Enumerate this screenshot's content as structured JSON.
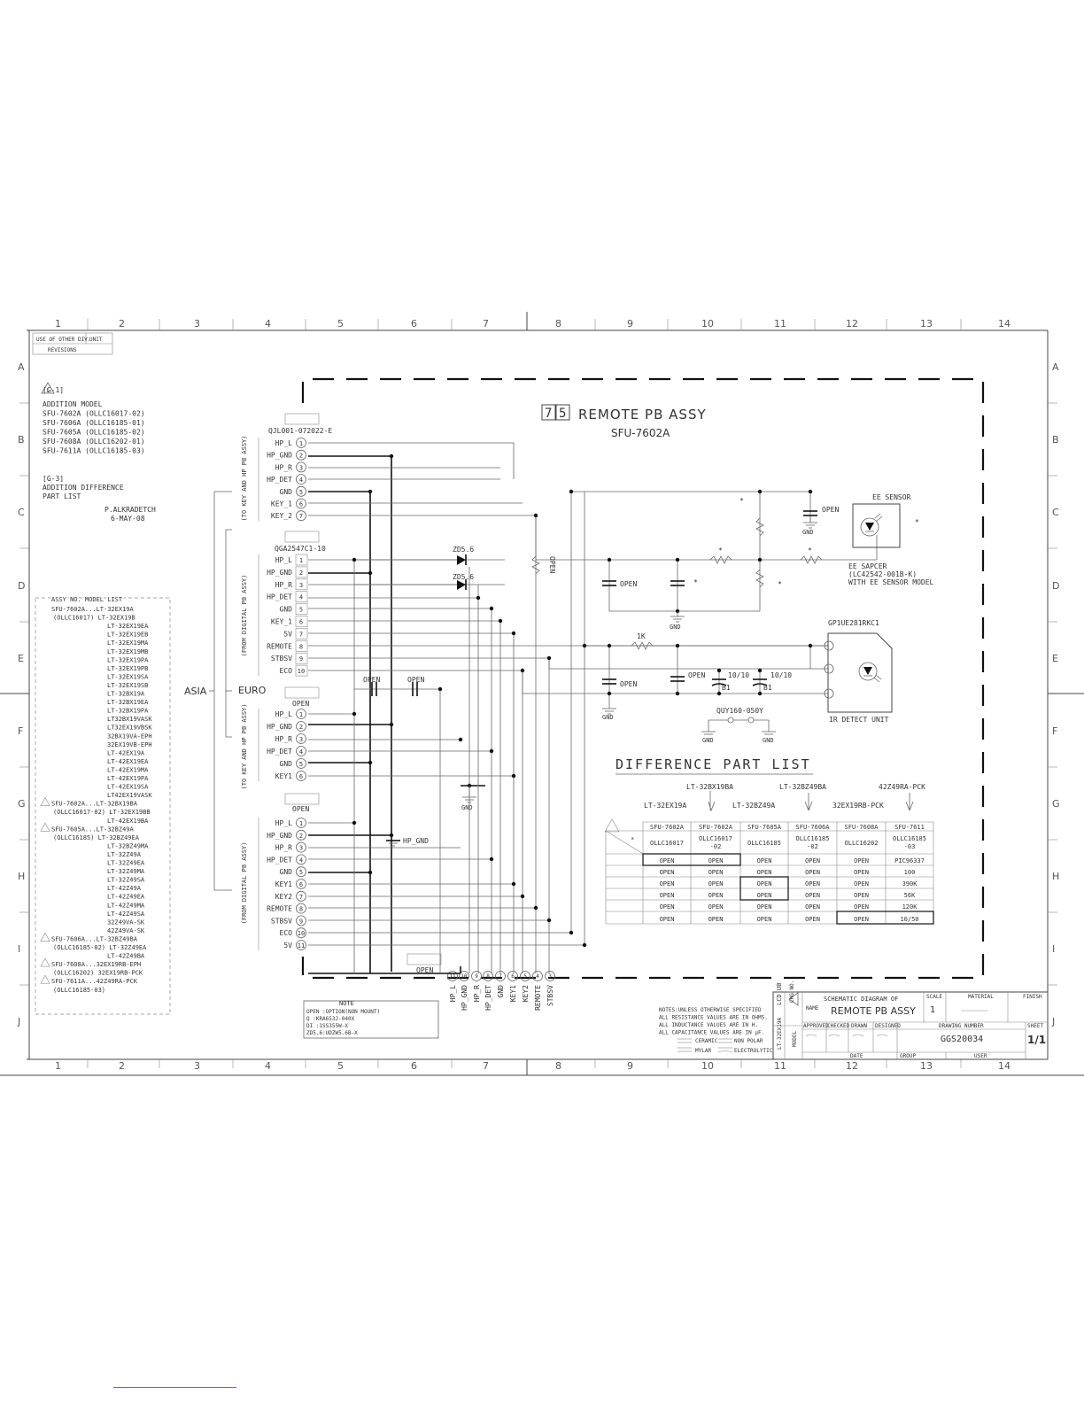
{
  "border": {
    "columns": [
      "1",
      "2",
      "3",
      "4",
      "5",
      "6",
      "7",
      "8",
      "9",
      "10",
      "11",
      "12",
      "13",
      "14"
    ],
    "rows": [
      "A",
      "B",
      "C",
      "D",
      "E",
      "F",
      "G",
      "H",
      "I",
      "J"
    ]
  },
  "revision_box": {
    "use_of_other_div": "USE OF OTHER DIV.",
    "unit": "UNIT",
    "revisions": "REVISIONS"
  },
  "revision_notes": {
    "g1_tag": "[G-1]",
    "g1_lines": [
      "ADDITION MODEL",
      "SFU-7602A (OLLC16017-02)",
      "SFU-7606A (OLLC16185-01)",
      "SFU-7605A (OLLC16185-02)",
      "SFU-7608A (OLLC16202-01)",
      "SFU-7611A (OLLC16185-03)"
    ],
    "g3_tag": "[G-3]",
    "g3_lines": [
      "ADDITION DIFFERENCE",
      "PART LIST"
    ],
    "signer": "P.ALKRADETCH",
    "date": "6-MAY-08"
  },
  "model_list": {
    "header": "ASSY NO.  MODEL LIST",
    "lines": [
      "SFU-7602A...LT-32EX19A",
      "(OLLC16017)  LT-32EX19B",
      "LT-32EX19EA",
      "LT-32EX19EB",
      "LT-32EX19MA",
      "LT-32EX19MB",
      "LT-32EX19PA",
      "LT-32EX19PB",
      "LT-32EX19SA",
      "LT-32EX19SB",
      "LT-32BX19A",
      "LT-32BX19EA",
      "LT-32BX19PA",
      "LT32BX19VASK",
      "LT32EX19VBSK",
      "32BX19VA-EPH",
      "32EX19VB-EPH",
      "LT-42EX19A",
      "LT-42EX19EA",
      "LT-42EX19MA",
      "LT-42EX19PA",
      "LT-42EX19SA",
      "LT42EX19VASK",
      "SFU-7602A...LT-32BX19BA",
      "(OLLC16017-02)  LT-32EX19BB",
      "LT-42EX19BA",
      "SFU-7605A...LT-32BZ49A",
      "(OLLC16185)  LT-32BZ49EA",
      "LT-32BZ49MA",
      "LT-32Z49A",
      "LT-32Z49EA",
      "LT-32Z49MA",
      "LT-32Z49SA",
      "LT-42Z49A",
      "LT-42Z49EA",
      "LT-42Z49MA",
      "LT-42Z49SA",
      "32Z49VA-SK",
      "42Z49VA-SK",
      "SFU-7606A...LT-32BZ49BA",
      "(OLLC16185-02)  LT-32Z49EA",
      "LT-42Z49BA",
      "SFU-7608A...32EX19RB-EPH",
      "(OLLC16202)  32EX19RB-PCK",
      "SFU-7611A...42Z49RA-PCK",
      "(OLLC16185-03)"
    ]
  },
  "region_labels": {
    "asia": "ASIA",
    "euro": "EURO"
  },
  "title": {
    "num1": "7",
    "num2": "5",
    "text": "REMOTE PB ASSY",
    "model": "SFU-7602A"
  },
  "connectors": [
    {
      "part": "QJL001-072022-E",
      "side": "(TO KEY AND HP PB ASSY)",
      "pins": [
        "HP_L",
        "HP_GND",
        "HP_R",
        "HP_DET",
        "GND",
        "KEY_1",
        "KEY_2"
      ],
      "nums": [
        "1",
        "2",
        "3",
        "4",
        "5",
        "6",
        "7"
      ]
    },
    {
      "part": "QGA2547C1-10",
      "side": "(FROM DIGITAL PB ASSY)",
      "pins": [
        "HP_L",
        "HP_GND",
        "HP_R",
        "HP_DET",
        "GND",
        "KEY_1",
        "5V",
        "REMOTE",
        "STBSV",
        "ECO"
      ],
      "nums": [
        "1",
        "2",
        "3",
        "4",
        "5",
        "6",
        "7",
        "8",
        "9",
        "10"
      ]
    },
    {
      "part": "OPEN",
      "side": "(TO KEY AND HP PB ASSY)",
      "pins": [
        "HP_L",
        "HP_GND",
        "HP_R",
        "HP_DET",
        "GND",
        "KEY1"
      ],
      "nums": [
        "1",
        "2",
        "3",
        "4",
        "5",
        "6"
      ]
    },
    {
      "part": "OPEN",
      "side": "(FROM DIGITAL PB ASSY)",
      "pins": [
        "HP_L",
        "HP_GND",
        "HP_R",
        "HP_DET",
        "GND",
        "KEY1",
        "KEY2",
        "REMOTE",
        "STBSV",
        "ECO",
        "5V"
      ],
      "nums": [
        "1",
        "2",
        "3",
        "4",
        "5",
        "6",
        "7",
        "8",
        "9",
        "10",
        "11"
      ]
    }
  ],
  "bottom_connector": {
    "part": "OPEN",
    "pins": [
      "HP_L",
      "HP_GND",
      "HP_R",
      "HP_DET",
      "GND",
      "KEY1",
      "KEY2",
      "REMOTE",
      "STBSV"
    ],
    "nums": [
      "11",
      "10",
      "9",
      "8",
      "7",
      "6",
      "5",
      "4",
      "3",
      "2",
      "1"
    ]
  },
  "components": {
    "zd1": "ZD5.6",
    "zd2": "ZD5.6",
    "open_r": "OPEN",
    "open": "OPEN",
    "gnd": "GND",
    "ee_sensor": "EE SENSOR",
    "ee_spacer": [
      "EE SAPCER",
      "(LC42542-001B-K)",
      "WITH EE SENSOR MODEL"
    ],
    "ir_module": "GP1UE281RKC1",
    "ir_unit": "IR DETECT UNIT",
    "r1k": "1K",
    "cap1": "10/10",
    "cap2": "10/10",
    "b1": "B1",
    "quy": "QUY160-050Y",
    "hp_gnd": "HP_GND",
    "star": "*"
  },
  "difference_list": {
    "title": "DIFFERENCE PART LIST",
    "models_top": [
      "LT-32BX19BA",
      "LT-32BZ49BA",
      "42Z49RA-PCK"
    ],
    "models_bottom": [
      "LT-32EX19A",
      "LT-32BZ49A",
      "32EX19RB-PCK"
    ],
    "headers": [
      "SFU-7602A",
      "SFU-7602A",
      "SFU-7605A",
      "SFU-7606A",
      "SFU-7608A",
      "SFU-7611"
    ],
    "subheaders": [
      "OLLC16017",
      "OLLC16017 -02",
      "OLLC16185",
      "OLLC16185 -02",
      "OLLC16202",
      "OLLC16185 -03"
    ],
    "rows": [
      [
        "OPEN",
        "OPEN",
        "OPEN",
        "OPEN",
        "OPEN",
        "PIC96337"
      ],
      [
        "OPEN",
        "OPEN",
        "OPEN",
        "OPEN",
        "OPEN",
        "100"
      ],
      [
        "OPEN",
        "OPEN",
        "OPEN",
        "OPEN",
        "OPEN",
        "390K"
      ],
      [
        "OPEN",
        "OPEN",
        "OPEN",
        "OPEN",
        "OPEN",
        "56K"
      ],
      [
        "OPEN",
        "OPEN",
        "OPEN",
        "OPEN",
        "OPEN",
        "120K"
      ],
      [
        "OPEN",
        "OPEN",
        "OPEN",
        "OPEN",
        "OPEN",
        "10/50"
      ]
    ]
  },
  "note": {
    "title": "NOTE",
    "lines": [
      "OPEN :OPTION(NON MOUNT)",
      "Q    :KRA653J-040X",
      "DI   :1SS355W-X",
      "ZD5.6:UDZW5.6B-X"
    ]
  },
  "notes_unless": {
    "lines": [
      "NOTES:UNLESS OTHERWISE SPECIFIED",
      "ALL RESISTANCE VALUES ARE IN OHMS.",
      "ALL INDUCTANCE VALUES ARE IN H.",
      "ALL CAPACITANCE VALUES ARE IN μF."
    ],
    "ceramic": "CERAMIC",
    "non_polar": "NON POLAR",
    "mylar": "MYLAR",
    "electrolytic": "ELECTROLYTIC"
  },
  "title_block": {
    "schematic_of": "SCHEMATIC DIAGRAM OF",
    "name_label": "NAME",
    "name": "REMOTE PB ASSY",
    "scale_label": "SCALE",
    "scale": "1",
    "material_label": "MATERIAL",
    "finish_label": "FINISH",
    "roles": [
      "APPROVED",
      "CHECKED",
      "DRAWN",
      "DESIGNED"
    ],
    "drawing_number_label": "DRAWING NUMBER",
    "drawing_number": "GGS20034",
    "sheet_label": "SHEET",
    "sheet": "1/1",
    "group_label": "GROUP",
    "user_label": "USER",
    "date_label": "DATE",
    "side_vert": "LCD UB",
    "model_vert": "MODEL",
    "model_vert2": "LT-32EX19A",
    "symbol": "CHG NO."
  }
}
